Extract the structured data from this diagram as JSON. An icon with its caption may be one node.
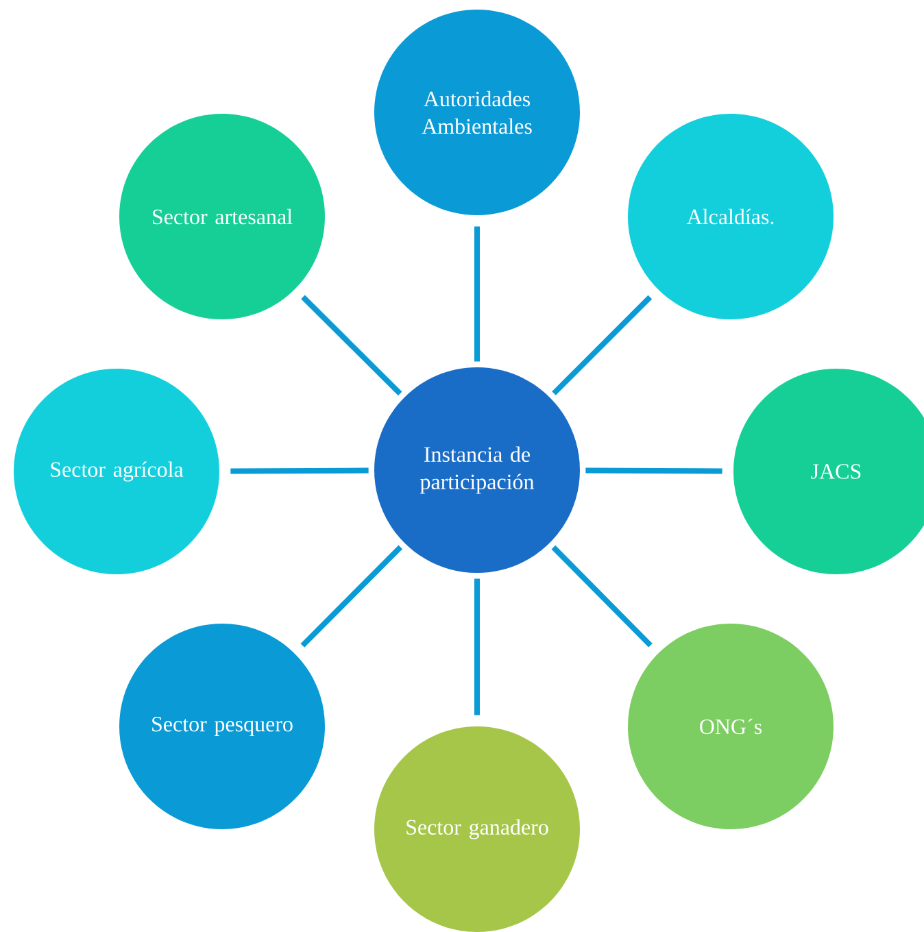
{
  "diagram": {
    "nodes": [
      {
        "text": [
          "Instancia de participación"
        ]
      },
      {
        "text": [
          "Autoridades Ambientales"
        ]
      },
      {
        "text": [
          "Alcaldías."
        ]
      },
      {
        "text": [
          "JACS"
        ]
      },
      {
        "text": [
          "ONG´s"
        ]
      },
      {
        "text": [
          "Sector ganadero"
        ]
      },
      {
        "text": [
          "Sector pesquero"
        ]
      },
      {
        "text": [
          "Sector agrícola"
        ]
      },
      {
        "text": [
          "Sector artesanal"
        ]
      }
    ],
    "edges": [
      {
        "from": 0,
        "to": 1,
        "arrow": "none"
      },
      {
        "from": 0,
        "to": 2,
        "arrow": "none"
      },
      {
        "from": 0,
        "to": 3,
        "arrow": "none"
      },
      {
        "from": 0,
        "to": 4,
        "arrow": "none"
      },
      {
        "from": 0,
        "to": 5,
        "arrow": "none"
      },
      {
        "from": 0,
        "to": 6,
        "arrow": "none"
      },
      {
        "from": 0,
        "to": 7,
        "arrow": "none"
      },
      {
        "from": 0,
        "to": 8,
        "arrow": "none"
      }
    ]
  }
}
